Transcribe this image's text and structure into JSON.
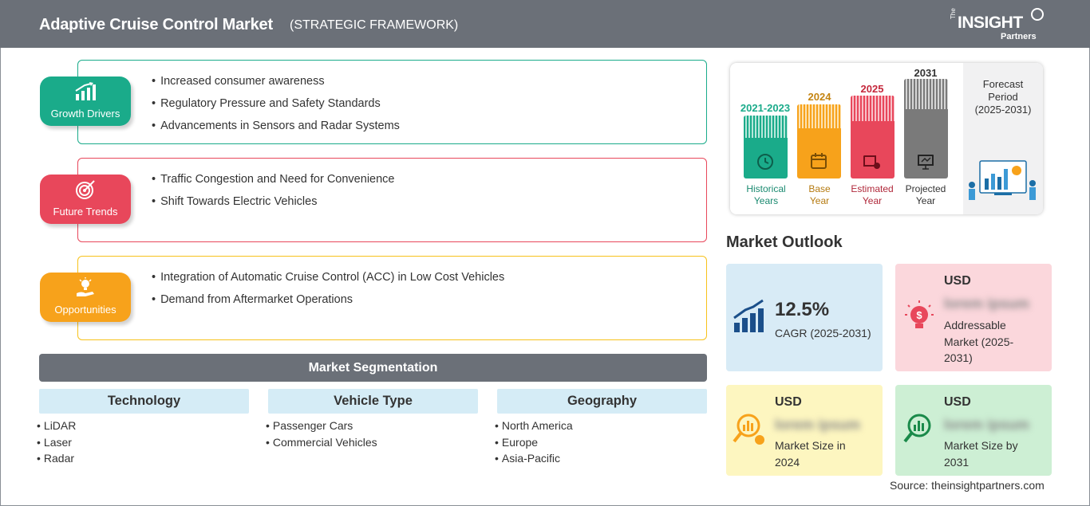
{
  "header": {
    "title": "Adaptive Cruise Control Market",
    "subtitle": "(STRATEGIC FRAMEWORK)",
    "logo": {
      "the": "The",
      "main": "INSIGHT",
      "partners": "Partners"
    }
  },
  "framework": {
    "growth_drivers": {
      "label": "Growth Drivers",
      "color": "#1aab8a",
      "items": [
        "Increased consumer awareness",
        "Regulatory Pressure and Safety Standards",
        "Advancements in Sensors and Radar Systems"
      ]
    },
    "future_trends": {
      "label": "Future Trends",
      "color": "#e8475b",
      "items": [
        "Traffic Congestion and Need for Convenience",
        "Shift Towards Electric Vehicles"
      ]
    },
    "opportunities": {
      "label": "Opportunities",
      "color": "#f7a21b",
      "items": [
        "Integration of Automatic Cruise Control (ACC) in Low Cost Vehicles",
        "Demand from Aftermarket Operations"
      ]
    }
  },
  "segmentation": {
    "title": "Market Segmentation",
    "columns": [
      {
        "heading": "Technology",
        "items": [
          "LiDAR",
          "Laser",
          "Radar"
        ]
      },
      {
        "heading": "Vehicle Type",
        "items": [
          "Passenger Cars",
          "Commercial Vehicles"
        ]
      },
      {
        "heading": "Geography",
        "items": [
          "North America",
          "Europe",
          "Asia-Pacific"
        ]
      }
    ]
  },
  "timeline": {
    "periods": [
      {
        "year": "2021-2023",
        "label_1": "Historical",
        "label_2": "Years",
        "color": "#1aab8a"
      },
      {
        "year": "2024",
        "label_1": "Base",
        "label_2": "Year",
        "color": "#f7a21b"
      },
      {
        "year": "2025",
        "label_1": "Estimated",
        "label_2": "Year",
        "color": "#e8475b"
      },
      {
        "year": "2031",
        "label_1": "Projected",
        "label_2": "Year",
        "color": "#7a7a7a"
      }
    ],
    "forecast_1": "Forecast",
    "forecast_2": "Period",
    "forecast_3": "(2025-2031)"
  },
  "outlook": {
    "title": "Market Outlook",
    "cagr": {
      "value": "12.5%",
      "label": "CAGR (2025-2031)",
      "bg": "#d8ebf6"
    },
    "addressable": {
      "usd": "USD",
      "value": "lorem ipsum",
      "label_1": "Addressable",
      "label_2": "Market (2025-",
      "label_3": "2031)",
      "bg": "#fbd7dc"
    },
    "size_2024": {
      "usd": "USD",
      "value": "lorem ipsum",
      "label_1": "Market Size in",
      "label_2": "2024",
      "bg": "#fdf6c0"
    },
    "size_2031": {
      "usd": "USD",
      "value": "lorem ipsum",
      "label_1": "Market Size by",
      "label_2": "2031",
      "bg": "#cdefd4"
    }
  },
  "source": "Source: theinsightpartners.com"
}
